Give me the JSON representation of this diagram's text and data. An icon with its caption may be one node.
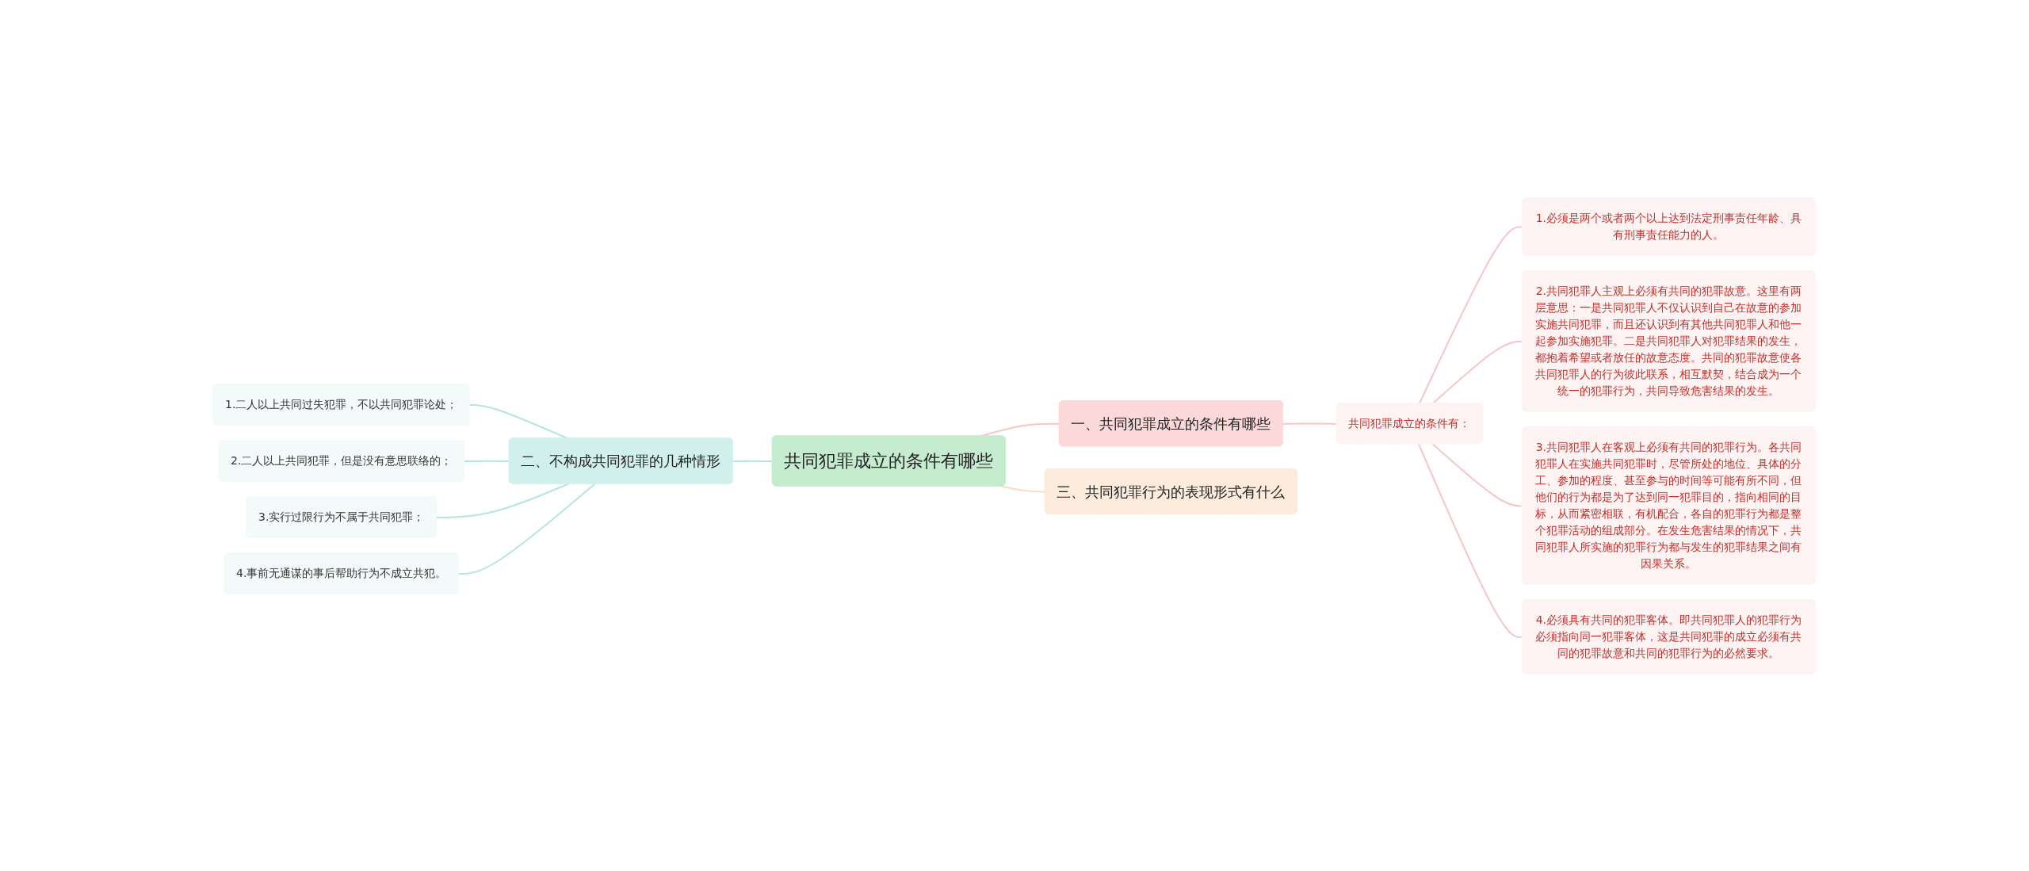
{
  "diagram": {
    "nodes": [
      {
        "text": [
          "共同犯罪成立的条件有哪些"
        ]
      },
      {
        "text": [
          "一、共同犯罪成立的条件有哪些"
        ]
      },
      {
        "text": [
          "共同犯罪成立的条件有："
        ]
      },
      {
        "text": [
          "1.必须是两个或者两个以上达到法定刑事责任年龄、具有刑事责任能力的人。"
        ]
      },
      {
        "text": [
          "2.共同犯罪人主观上必须有共同的犯罪故意。这里有两层意思：一是共同犯罪人不仅认识到自己在故意的参加实施共同犯罪，而且还认识到有其他共同犯罪人和他一起参加实施犯罪。二是共同犯罪人对犯罪结果的发生，都抱着希望或者放任的故意态度。共同的犯罪故意使各共同犯罪人的行为彼此联系，相互默契，结合成为一个统一的犯罪行为，共同导致危害结果的发生。"
        ]
      },
      {
        "text": [
          "3.共同犯罪人在客观上必须有共同的犯罪行为。各共同犯罪人在实施共同犯罪时，尽管所处的地位、具体的分工、参加的程度、甚至参与的时间等可能有所不同，但他们的行为都是为了达到同一犯罪目的，指向相同的目标，从而紧密相联，有机配合，各自的犯罪行为都是整个犯罪活动的组成部分。在发生危害结果的情况下，共同犯罪人所实施的犯罪行为都与发生的犯罪结果之间有因果关系。"
        ]
      },
      {
        "text": [
          "4.必须具有共同的犯罪客体。即共同犯罪人的犯罪行为必须指向同一犯罪客体，这是共同犯罪的成立必须有共同的犯罪故意和共同的犯罪行为的必然要求。"
        ]
      },
      {
        "text": [
          "三、共同犯罪行为的表现形式有什么"
        ]
      },
      {
        "text": [
          "二、不构成共同犯罪的几种情形"
        ]
      },
      {
        "text": [
          "1.二人以上共同过失犯罪，不以共同犯罪论处；"
        ]
      },
      {
        "text": [
          "2.二人以上共同犯罪，但是没有意思联络的；"
        ]
      },
      {
        "text": [
          "3.实行过限行为不属于共同犯罪；"
        ]
      },
      {
        "text": [
          "4.事前无通谋的事后帮助行为不成立共犯。"
        ]
      }
    ],
    "edges": [
      {
        "from": 0,
        "to": 1,
        "arrow": "none"
      },
      {
        "from": 1,
        "to": 2,
        "arrow": "none"
      },
      {
        "from": 2,
        "to": 3,
        "arrow": "none"
      },
      {
        "from": 2,
        "to": 4,
        "arrow": "none"
      },
      {
        "from": 2,
        "to": 5,
        "arrow": "none"
      },
      {
        "from": 2,
        "to": 6,
        "arrow": "none"
      },
      {
        "from": 0,
        "to": 7,
        "arrow": "none",
        "color": "#f9dcc0"
      },
      {
        "from": 0,
        "to": 8,
        "arrow": "none",
        "color": "#b5e6dc"
      },
      {
        "from": 8,
        "to": 9,
        "arrow": "none",
        "color": "#b5e6dc"
      },
      {
        "from": 8,
        "to": 10,
        "arrow": "none",
        "color": "#b5e6dc"
      },
      {
        "from": 8,
        "to": 11,
        "arrow": "none",
        "color": "#b5e6dc"
      },
      {
        "from": 8,
        "to": 12,
        "arrow": "none",
        "color": "#b5e6dc"
      }
    ]
  }
}
